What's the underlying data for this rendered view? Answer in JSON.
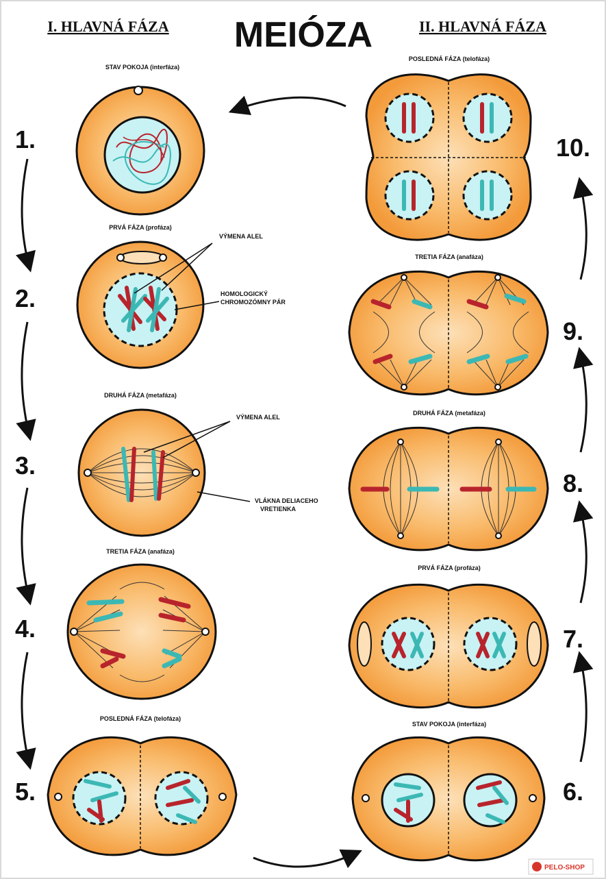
{
  "poster": {
    "title": "MEIÓZA",
    "header_left": "I. HLAVNÁ FÁZA",
    "header_right": "II. HLAVNÁ FÁZA"
  },
  "steps": {
    "n1": "1.",
    "n2": "2.",
    "n3": "3.",
    "n4": "4.",
    "n5": "5.",
    "n6": "6.",
    "n7": "7.",
    "n8": "8.",
    "n9": "9.",
    "n10": "10."
  },
  "phases_first": {
    "interphase": "STAV POKOJA (interfáza)",
    "prophase": "PRVÁ FÁZA (profáza)",
    "metaphase": "DRUHÁ FÁZA (metafáza)",
    "anaphase": "TRETIA FÁZA (anafáza)",
    "telophase": "POSLEDNÁ FÁZA (telofáza)"
  },
  "phases_second": {
    "telophase": "POSLEDNÁ FÁZA (telofáza)",
    "anaphase": "TRETIA FÁZA (anafáza)",
    "metaphase": "DRUHÁ FÁZA (metafáza)",
    "prophase": "PRVÁ FÁZA (profáza)",
    "interphase": "STAV POKOJA (interfáza)"
  },
  "annotations": {
    "crossover_1": "VÝMENA ALEL",
    "homolog_line1": "HOMOLOGICKÝ",
    "homolog_line2": "CHROMOZÓMNY PÁR",
    "crossover_2": "VÝMENA ALEL",
    "spindle_line1": "VLÁKNA DELIACEHO",
    "spindle_line2": "VRETIENKA"
  },
  "colors": {
    "cell_fill": "#f7a84a",
    "cell_center": "#fde0b8",
    "nucleus": "#c8f2f4",
    "chrom_red": "#b8242c",
    "chrom_teal": "#3cb8b4",
    "outline": "#1a1a1a"
  },
  "logo": {
    "text": "PELO-SHOP"
  }
}
